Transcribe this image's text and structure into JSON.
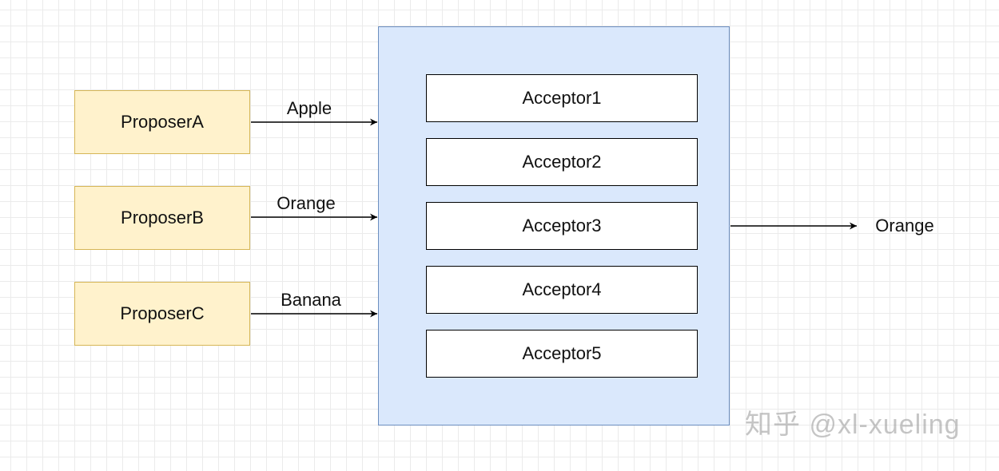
{
  "proposers": [
    {
      "label": "ProposerA"
    },
    {
      "label": "ProposerB"
    },
    {
      "label": "ProposerC"
    }
  ],
  "acceptor_group": {
    "acceptors": [
      {
        "label": "Acceptor1"
      },
      {
        "label": "Acceptor2"
      },
      {
        "label": "Acceptor3"
      },
      {
        "label": "Acceptor4"
      },
      {
        "label": "Acceptor5"
      }
    ]
  },
  "edges": {
    "proposer_a": "Apple",
    "proposer_b": "Orange",
    "proposer_c": "Banana"
  },
  "output": {
    "label": "Orange"
  },
  "watermark": "知乎 @xl-xueling",
  "colors": {
    "proposer_fill": "#fff2cc",
    "proposer_border": "#d6b656",
    "group_fill": "#dae8fc",
    "group_border": "#6c8ebf",
    "acceptor_fill": "#ffffff",
    "acceptor_border": "#000000",
    "arrow": "#000000"
  }
}
